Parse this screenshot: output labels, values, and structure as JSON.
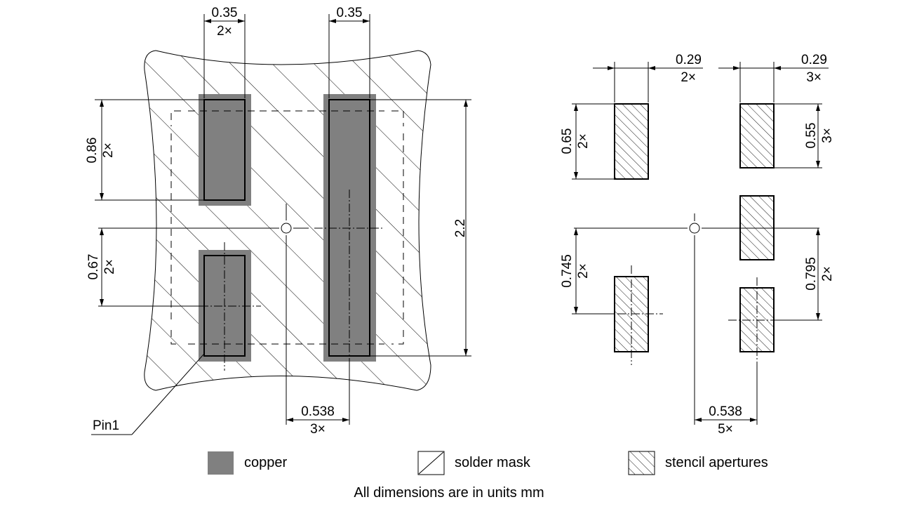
{
  "left_view": {
    "pad_width": {
      "value": "0.35",
      "count": "2×"
    },
    "pad_width_right": {
      "value": "0.35"
    },
    "pad_height_top": {
      "value": "0.86",
      "count": "2×"
    },
    "pad_height_bottom": {
      "value": "0.67",
      "count": "2×"
    },
    "pad_height_long": {
      "value": "2.2"
    },
    "pitch": {
      "value": "0.538",
      "count": "3×"
    },
    "pin1_label": "Pin1"
  },
  "right_view": {
    "aperture_width_left": {
      "value": "0.29",
      "count": "2×"
    },
    "aperture_width_right": {
      "value": "0.29",
      "count": "3×"
    },
    "aperture_height_left": {
      "value": "0.65",
      "count": "2×"
    },
    "aperture_height_right": {
      "value": "0.55",
      "count": "3×"
    },
    "offset_left": {
      "value": "0.745",
      "count": "2×"
    },
    "offset_right": {
      "value": "0.795",
      "count": "2×"
    },
    "pitch": {
      "value": "0.538",
      "count": "5×"
    }
  },
  "legend": {
    "copper": "copper",
    "solder_mask": "solder mask",
    "stencil": "stencil apertures"
  },
  "footer": "All dimensions are in units mm",
  "colors": {
    "copper_fill": "#808080",
    "line": "#000000",
    "background": "#ffffff"
  }
}
